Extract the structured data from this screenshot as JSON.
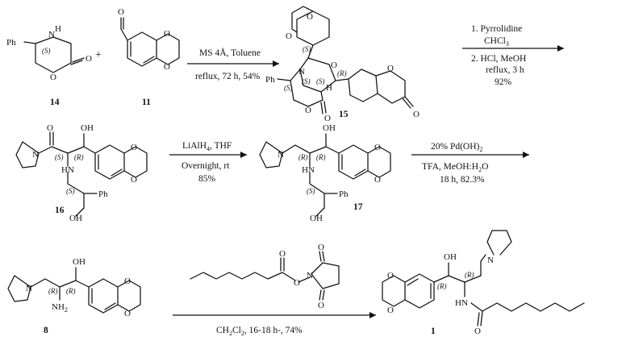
{
  "atoms": {
    "ph": "Ph",
    "nh": "N",
    "h": "H",
    "o": "O",
    "oh": "OH",
    "n": "N",
    "hn": "HN",
    "nh2": "NH",
    "sub2": "2"
  },
  "stereo": {
    "s": "(S)",
    "r": "(R)"
  },
  "plus": "+",
  "compounds": {
    "c14": "14",
    "c11": "11",
    "c15": "15",
    "c16": "16",
    "c17": "17",
    "c8": "8",
    "c1": "1"
  },
  "conditions": {
    "step1": "MS 4Å, Toluene",
    "step1b": "reflux, 72 h, 54%",
    "step2a": "1. Pyrrolidine",
    "step2b": "CHCl",
    "step2b_sub": "3",
    "step2c": "2. HCl, MeOH",
    "step2d": "reflux, 3 h",
    "step2e": "92%",
    "step3a": "LiAlH",
    "step3a_sub": "4",
    "step3a_rest": ", THF",
    "step3b": "Overnight, rt",
    "step3c": "85%",
    "step4a": "20% Pd(OH)",
    "step4a_sub": "2",
    "step4b": "TFA, MeOH:H",
    "step4b_sub": "2",
    "step4b_rest": "O",
    "step4c": "18 h, 82.3%",
    "step5a": "CH",
    "step5a_sub1": "2",
    "step5a_mid": "Cl",
    "step5a_sub2": "2",
    "step5a_rest": ", 16-18 h-, 74%"
  }
}
